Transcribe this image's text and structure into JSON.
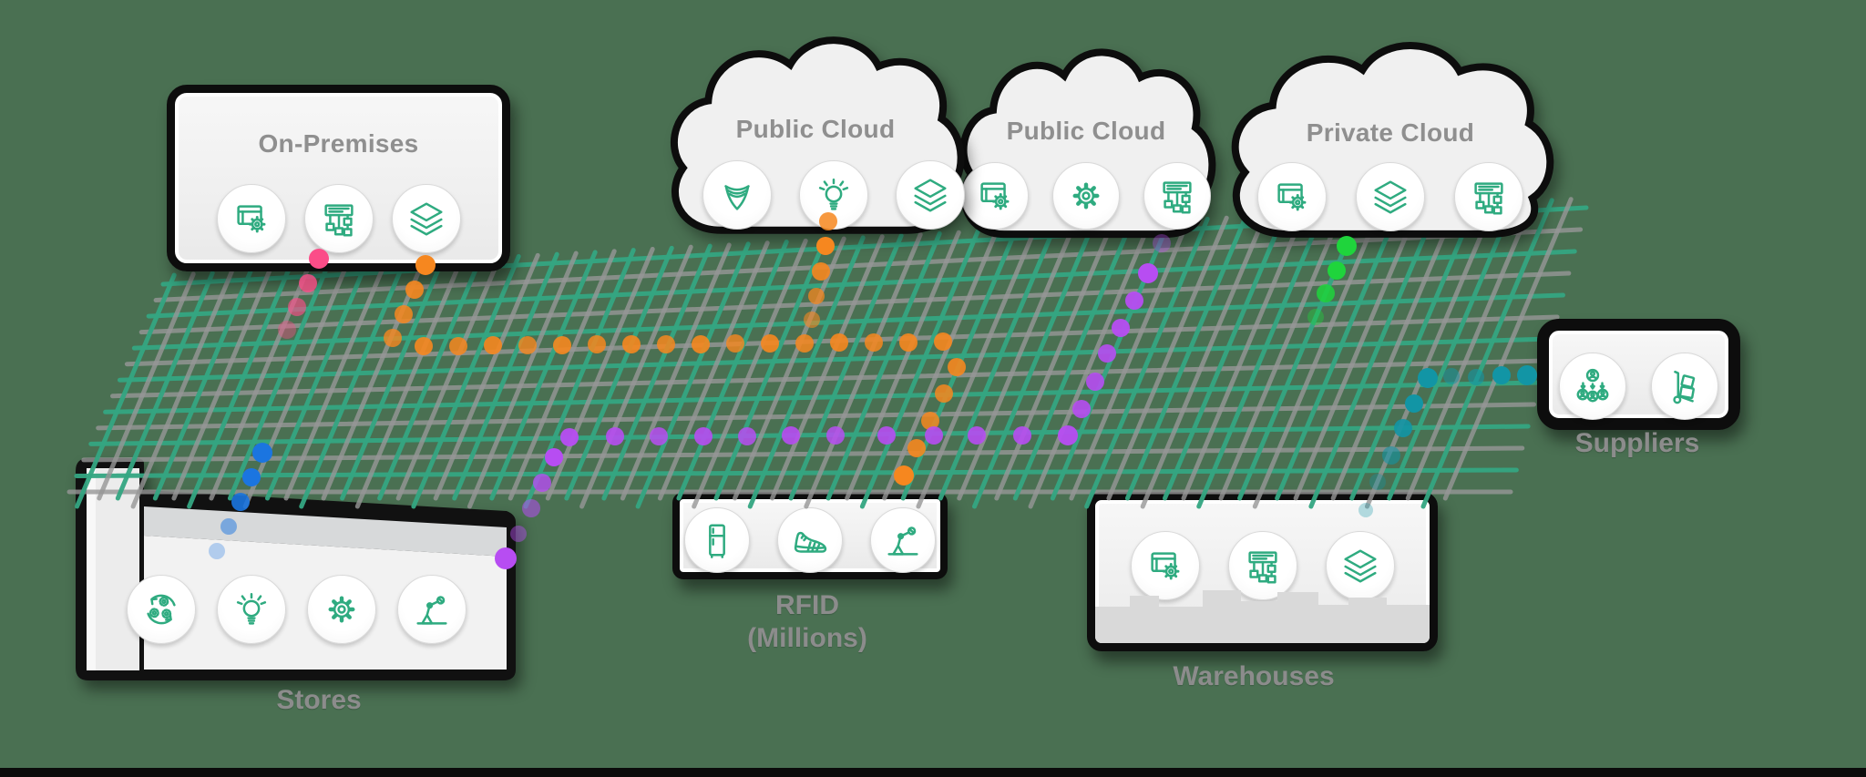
{
  "background": "#4a7052",
  "colors": {
    "mesh_green": "#34a682",
    "mesh_gray": "#979797",
    "icon_green": "#2fab80",
    "title_gray": "#8f8f8f",
    "label_gray": "#8c8c8c",
    "box_fill": "#f1f1f1",
    "outline_black": "#0d0d0d"
  },
  "nodes": {
    "on_premises": {
      "title": "On-Premises",
      "icons": [
        "app-gear",
        "server-tree",
        "layers"
      ]
    },
    "public_cloud_1": {
      "title": "Public Cloud",
      "icons": [
        "vortex",
        "bulb",
        "layers"
      ]
    },
    "public_cloud_2": {
      "title": "Public Cloud",
      "icons": [
        "app-gear",
        "gear",
        "server-tree"
      ]
    },
    "private_cloud": {
      "title": "Private Cloud",
      "icons": [
        "app-gear",
        "layers",
        "server-tree"
      ]
    },
    "stores": {
      "label": "Stores",
      "icons": [
        "process-gears",
        "bulb",
        "gear",
        "robot-arm"
      ]
    },
    "rfid": {
      "label_line1": "RFID",
      "label_line2": "(Millions)",
      "icons": [
        "fridge",
        "sneaker",
        "robot-arm"
      ]
    },
    "warehouses": {
      "label": "Warehouses",
      "icons": [
        "app-gear",
        "server-tree",
        "layers"
      ]
    },
    "suppliers": {
      "label": "Suppliers",
      "icons": [
        "people-hierarchy",
        "hand-truck"
      ]
    }
  },
  "trails": [
    {
      "name": "pink",
      "color": "#fb4d88",
      "dots": [
        [
          350,
          284,
          11,
          1
        ],
        [
          338,
          311,
          10,
          0.8
        ],
        [
          326,
          337,
          10,
          0.65
        ],
        [
          315,
          362,
          10,
          0.4
        ]
      ]
    },
    {
      "name": "orange-main",
      "color": "#f6871f",
      "dots": [
        [
          467,
          291,
          11,
          1
        ],
        [
          455,
          318,
          10,
          0.9
        ],
        [
          443,
          345,
          10,
          0.85
        ],
        [
          431,
          371,
          10,
          0.8
        ],
        [
          465,
          380,
          10,
          0.9
        ],
        [
          503,
          380,
          10,
          0.85
        ],
        [
          541,
          379,
          10,
          0.9
        ],
        [
          579,
          379,
          10,
          0.8
        ],
        [
          617,
          379,
          10,
          0.9
        ],
        [
          655,
          378,
          10,
          0.85
        ],
        [
          693,
          378,
          10,
          0.9
        ],
        [
          731,
          378,
          10,
          0.85
        ],
        [
          769,
          378,
          10,
          0.9
        ],
        [
          807,
          377,
          10,
          0.8
        ],
        [
          845,
          377,
          10,
          0.9
        ],
        [
          883,
          377,
          10,
          0.85
        ],
        [
          921,
          376,
          10,
          0.9
        ],
        [
          959,
          376,
          10,
          0.85
        ],
        [
          997,
          376,
          10,
          0.9
        ],
        [
          1035,
          375,
          10,
          0.9
        ],
        [
          1050,
          403,
          10,
          0.9
        ],
        [
          1036,
          432,
          10,
          0.85
        ],
        [
          1021,
          462,
          10,
          0.85
        ],
        [
          1006,
          492,
          10,
          0.9
        ],
        [
          992,
          522,
          11,
          1
        ]
      ]
    },
    {
      "name": "orange-cloud",
      "color": "#f6871f",
      "dots": [
        [
          909,
          243,
          10,
          0.85
        ],
        [
          906,
          270,
          10,
          1
        ],
        [
          901,
          298,
          10,
          0.9
        ],
        [
          896,
          325,
          9,
          0.75
        ],
        [
          891,
          351,
          9,
          0.6
        ]
      ]
    },
    {
      "name": "purple",
      "color": "#b74df2",
      "dots": [
        [
          1275,
          267,
          10,
          0.35
        ],
        [
          1260,
          300,
          11,
          1
        ],
        [
          1245,
          330,
          10,
          0.95
        ],
        [
          1230,
          360,
          10,
          0.95
        ],
        [
          1215,
          388,
          10,
          0.9
        ],
        [
          1202,
          419,
          10,
          0.9
        ],
        [
          1187,
          449,
          10,
          0.9
        ],
        [
          1172,
          478,
          11,
          0.95
        ],
        [
          1122,
          478,
          10,
          0.9
        ],
        [
          1072,
          478,
          10,
          0.9
        ],
        [
          1025,
          478,
          10,
          0.9
        ],
        [
          973,
          478,
          10,
          0.9
        ],
        [
          917,
          478,
          10,
          0.85
        ],
        [
          868,
          478,
          10,
          0.9
        ],
        [
          820,
          479,
          10,
          0.85
        ],
        [
          772,
          479,
          10,
          0.9
        ],
        [
          723,
          479,
          10,
          0.85
        ],
        [
          675,
          479,
          10,
          0.9
        ],
        [
          625,
          480,
          10,
          0.95
        ],
        [
          608,
          502,
          10,
          1
        ],
        [
          595,
          530,
          10,
          0.8
        ],
        [
          583,
          558,
          10,
          0.55
        ],
        [
          569,
          586,
          9,
          0.45
        ],
        [
          555,
          613,
          12,
          1
        ]
      ]
    },
    {
      "name": "blue",
      "color": "#1b75e0",
      "dots": [
        [
          288,
          497,
          11,
          1
        ],
        [
          276,
          524,
          10,
          1
        ],
        [
          264,
          551,
          10,
          0.9
        ],
        [
          251,
          578,
          9,
          0.5
        ],
        [
          238,
          605,
          9,
          0.3
        ]
      ]
    },
    {
      "name": "green",
      "color": "#1fd43c",
      "dots": [
        [
          1478,
          270,
          11,
          1
        ],
        [
          1467,
          297,
          10,
          1
        ],
        [
          1455,
          322,
          10,
          0.85
        ],
        [
          1444,
          348,
          9,
          0.4
        ]
      ]
    },
    {
      "name": "teal",
      "color": "#1295a5",
      "dots": [
        [
          1499,
          560,
          8,
          0.3
        ],
        [
          1512,
          529,
          9,
          0.35
        ],
        [
          1527,
          500,
          10,
          0.6
        ],
        [
          1540,
          470,
          10,
          0.9
        ],
        [
          1552,
          443,
          10,
          1
        ],
        [
          1567,
          415,
          11,
          1
        ],
        [
          1593,
          413,
          9,
          0.5
        ],
        [
          1620,
          414,
          9,
          0.6
        ],
        [
          1648,
          412,
          10,
          1
        ],
        [
          1676,
          412,
          11,
          1
        ]
      ]
    }
  ]
}
